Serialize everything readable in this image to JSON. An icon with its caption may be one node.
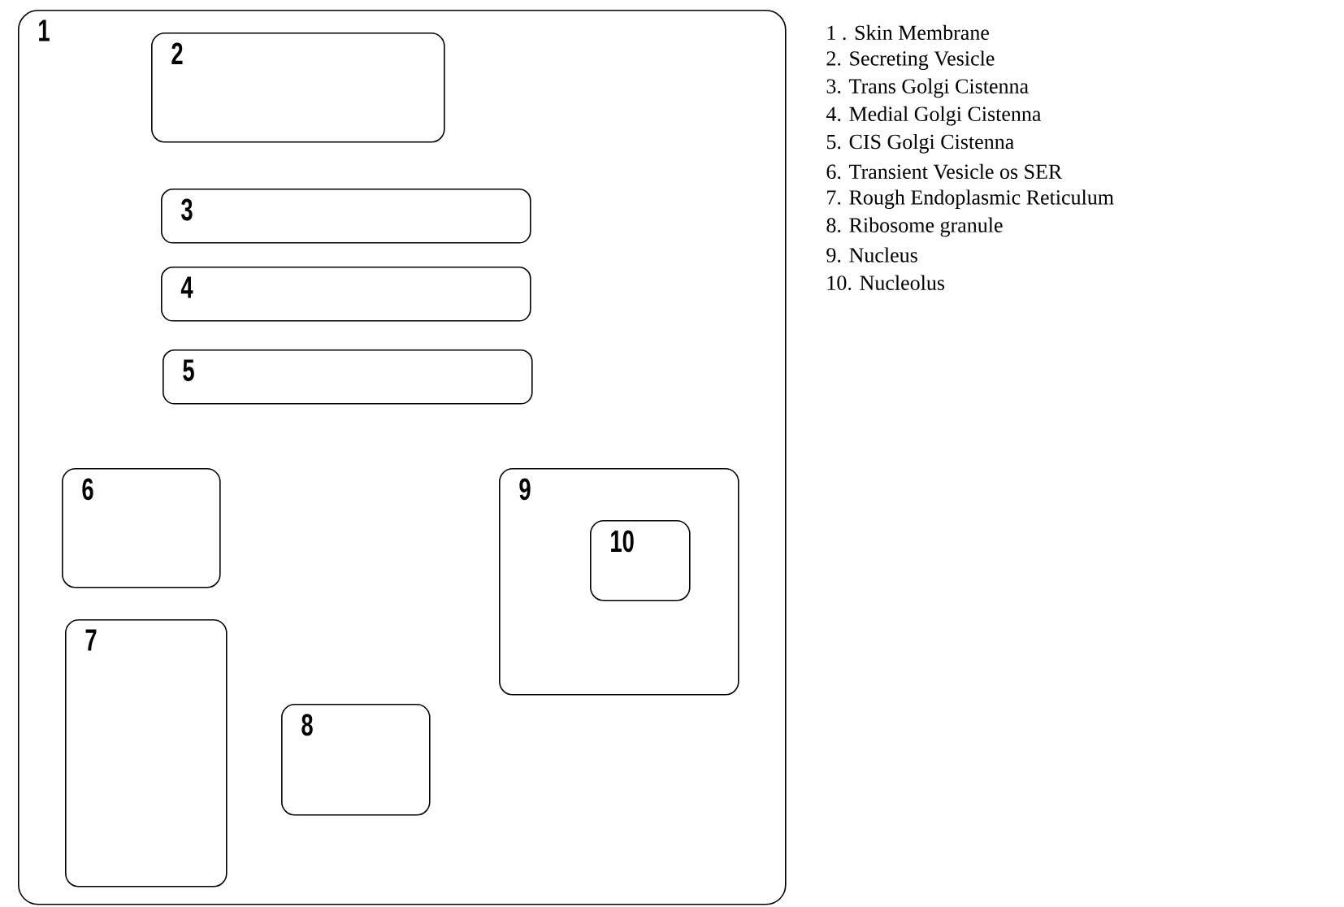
{
  "diagram": {
    "nodes": [
      {
        "text": [
          "1"
        ]
      },
      {
        "text": [
          "2"
        ],
        "in": 0
      },
      {
        "text": [
          "3"
        ],
        "in": 0
      },
      {
        "text": [
          "4"
        ],
        "in": 0
      },
      {
        "text": [
          "5"
        ],
        "in": 0
      },
      {
        "text": [
          "6"
        ],
        "in": 0
      },
      {
        "text": [
          "7"
        ],
        "in": 0
      },
      {
        "text": [
          "8"
        ],
        "in": 0
      },
      {
        "text": [
          "9"
        ],
        "in": 0
      },
      {
        "text": [
          "10"
        ],
        "in": 8
      }
    ],
    "labels": [
      "1 . Skin Membrane",
      "2. Secreting Vesicle",
      "3. Trans Golgi Cistenna",
      "4. Medial Golgi Cistenna",
      "5. CIS Golgi Cistenna",
      "6. Transient Vesicle os SER",
      "7. Rough Endoplasmic Reticulum",
      "8. Ribosome granule",
      "9. Nucleus",
      "10. Nucleolus"
    ]
  }
}
